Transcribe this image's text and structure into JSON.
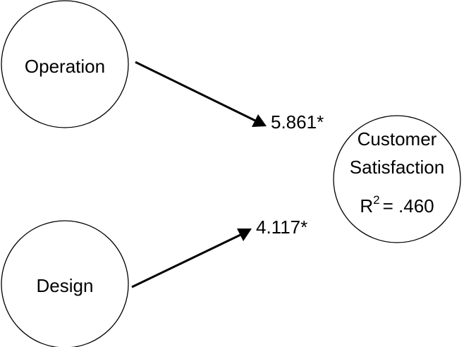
{
  "nodes": {
    "operation": {
      "label": "Operation"
    },
    "design": {
      "label": "Design"
    },
    "customer_satisfaction": {
      "label_line1": "Customer",
      "label_line2": "Satisfaction",
      "r_squared_symbol": "R",
      "r_squared_exponent": "2",
      "r_squared_value": "= .460"
    }
  },
  "edges": {
    "operation_to_satisfaction": {
      "coefficient": "5.861*"
    },
    "design_to_satisfaction": {
      "coefficient": "4.117*"
    }
  },
  "colors": {
    "stroke": "#000000",
    "fill": "#ffffff",
    "text": "#000000"
  }
}
